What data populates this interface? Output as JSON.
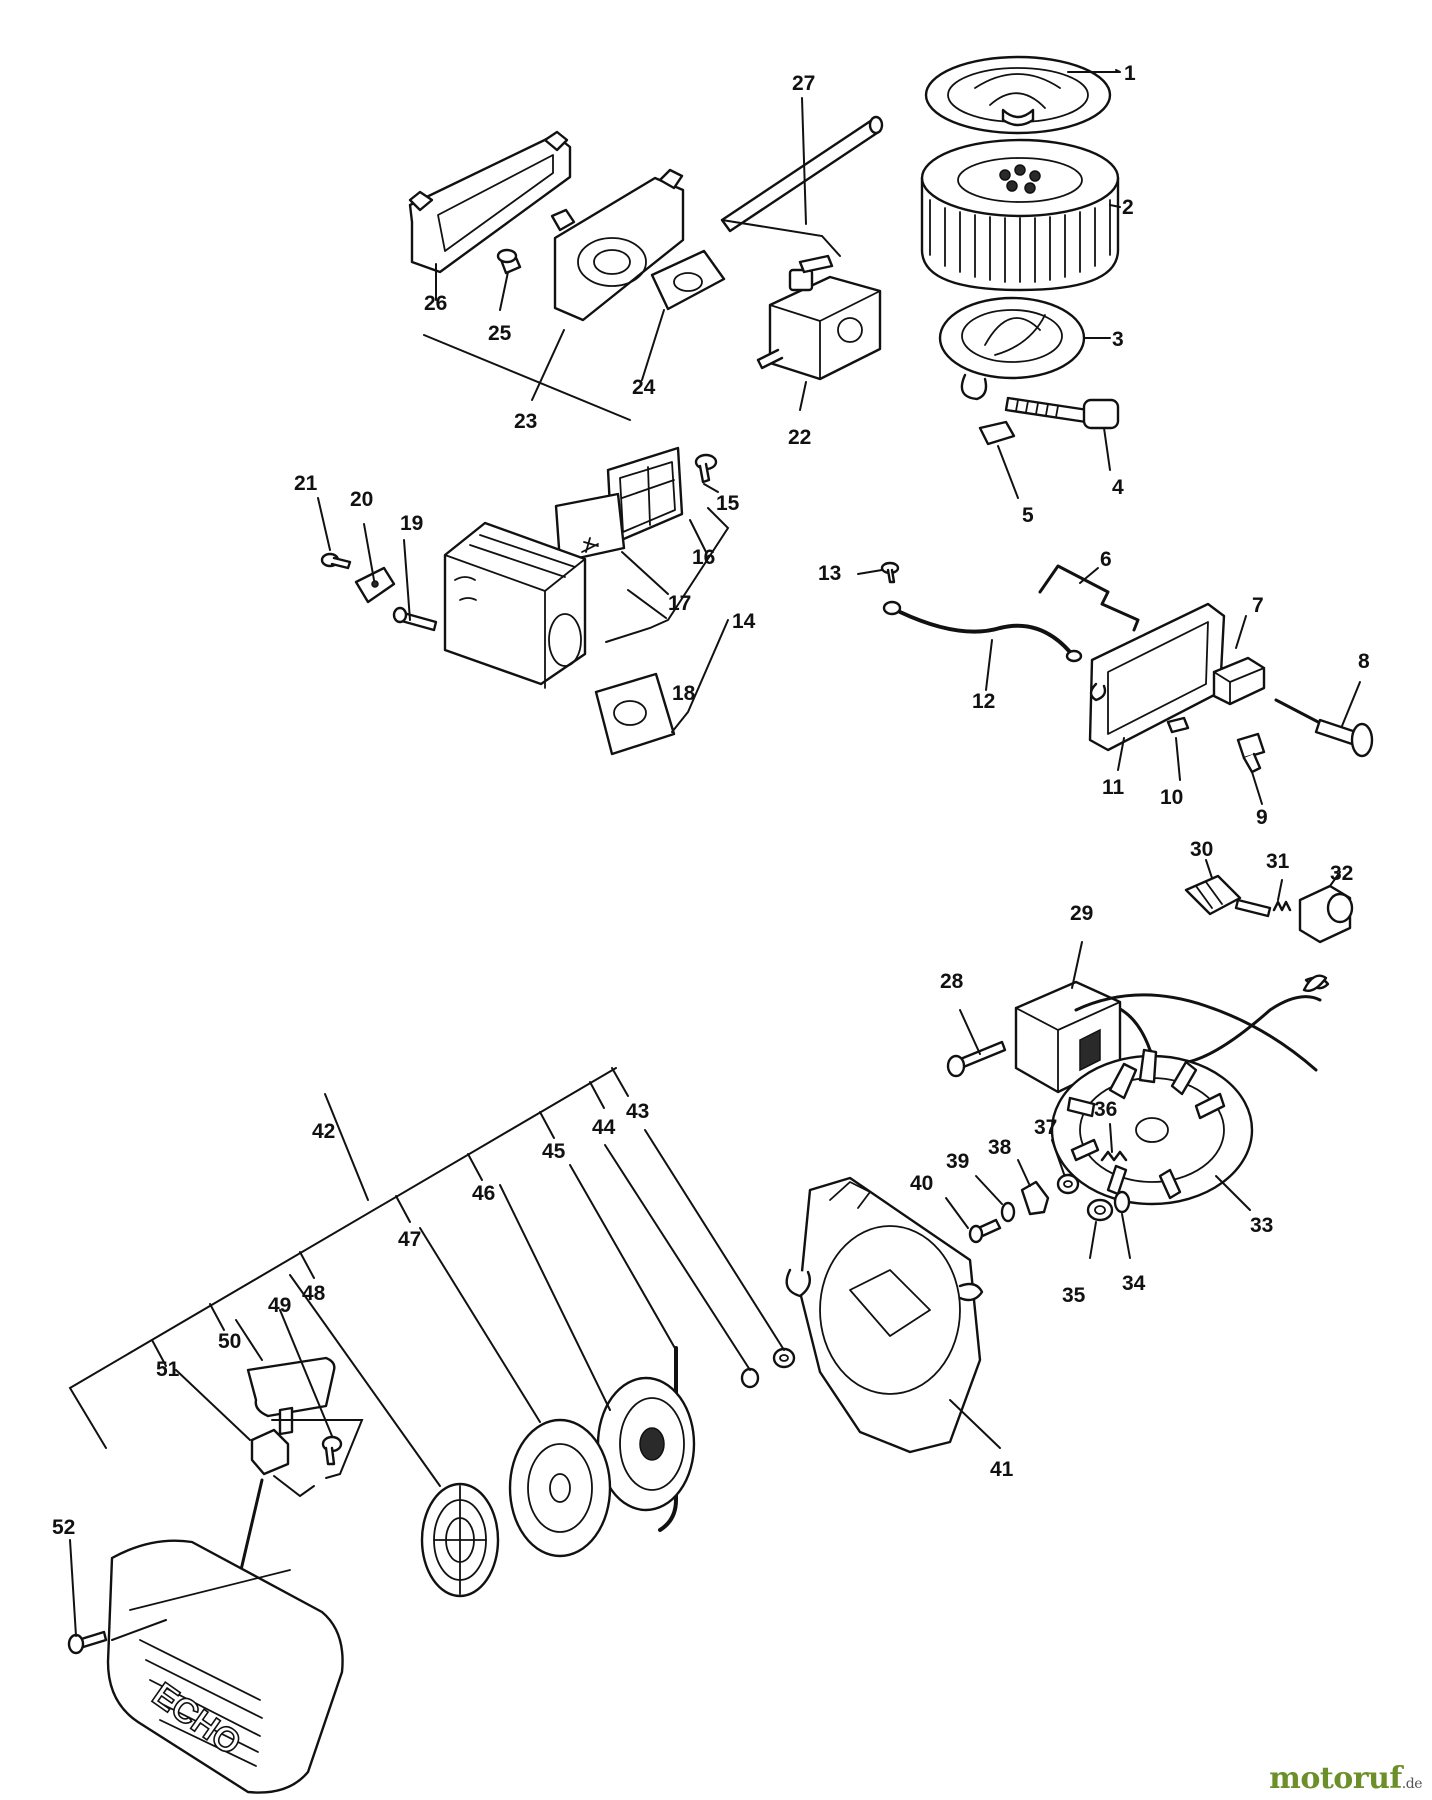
{
  "callouts": [
    "1",
    "2",
    "3",
    "4",
    "5",
    "6",
    "7",
    "8",
    "9",
    "10",
    "11",
    "12",
    "13",
    "14",
    "15",
    "16",
    "17",
    "18",
    "19",
    "20",
    "21",
    "22",
    "23",
    "24",
    "25",
    "26",
    "27",
    "28",
    "29",
    "30",
    "31",
    "32",
    "33",
    "34",
    "35",
    "36",
    "37",
    "38",
    "39",
    "40",
    "41",
    "42",
    "43",
    "44",
    "45",
    "46",
    "47",
    "48",
    "49",
    "50",
    "51",
    "52"
  ],
  "brand_mark": "ECHO",
  "watermark": {
    "name": "motoruf",
    "tld": ".de"
  },
  "colors": {
    "line": "#111111",
    "background": "#ffffff",
    "watermark_green": "#6c8f2a",
    "watermark_orange": "#e07b1a"
  }
}
